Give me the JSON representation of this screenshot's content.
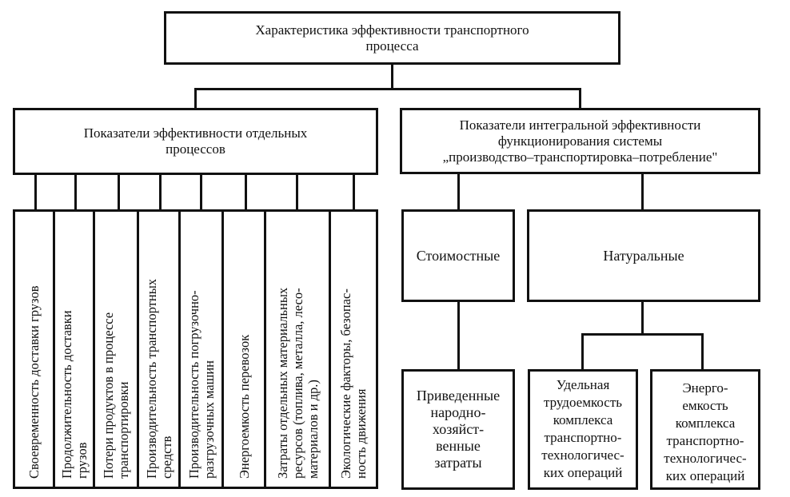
{
  "root": {
    "lines": [
      "Характеристика эффективности транспортного",
      "процесса"
    ]
  },
  "left_group": {
    "lines": [
      "Показатели эффективности отдельных",
      "процессов"
    ],
    "items": [
      {
        "lines": [
          "Своевременность доставки грузов"
        ]
      },
      {
        "lines": [
          "Продолжительность доставки",
          "грузов"
        ]
      },
      {
        "lines": [
          "Потери продуктов в процессе",
          "транспортировки"
        ]
      },
      {
        "lines": [
          "Производительность транспортных",
          "средств"
        ]
      },
      {
        "lines": [
          "Производительность погрузочно-",
          "разгрузочных машин"
        ]
      },
      {
        "lines": [
          "Энергоемкость перевозок"
        ]
      },
      {
        "lines": [
          "Затраты отдельных материальных",
          "ресурсов (топлива, металла, лесо-",
          "материалов и др.)"
        ]
      },
      {
        "lines": [
          "Экологические факторы, безопас-",
          "ность движения"
        ]
      }
    ]
  },
  "right_group": {
    "lines": [
      "Показатели интегральной эффективности",
      "функционирования системы",
      "„производство–транспортировка–потребление\""
    ],
    "cost": {
      "label": "Стоимостные",
      "child": {
        "lines": [
          "Приведенные",
          "народно-",
          "хозяйст-",
          "венные",
          "затраты"
        ]
      }
    },
    "natural": {
      "label": "Натуральные",
      "children": [
        {
          "lines": [
            "Удельная",
            "трудоемкость",
            "комплекса",
            "транспортно-",
            "технологичес-",
            "ких операций"
          ]
        },
        {
          "lines": [
            "Энерго-",
            "емкость",
            "комплекса",
            "транспортно-",
            "технологичес-",
            "ких операций"
          ]
        }
      ]
    }
  }
}
